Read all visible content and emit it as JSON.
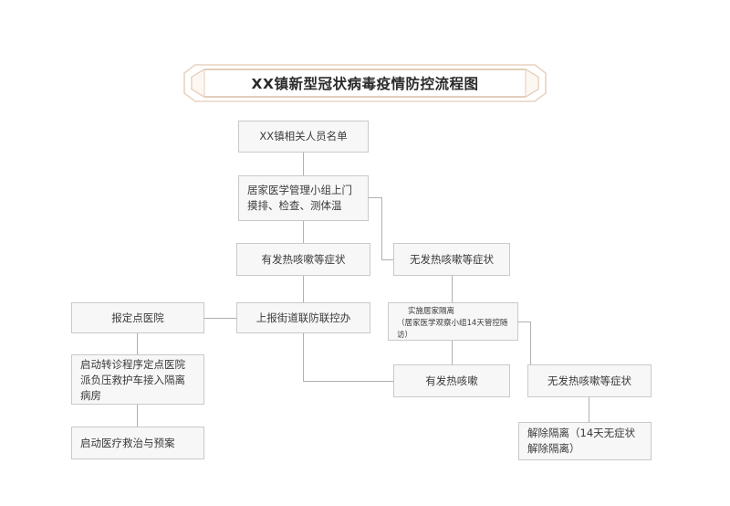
{
  "title": {
    "text": "XX镇新型冠状病毒疫情防控流程图",
    "banner_border_color": "#dcbda4",
    "banner_fill_color": "#ffffff",
    "banner_inner_color": "#f3e6da"
  },
  "theme": {
    "node_fill": "#f7f7f7",
    "node_border": "#c9c9c9",
    "node_text": "#3a3a3a",
    "connector": "#b0b0b0",
    "background": "#ffffff"
  },
  "nodes": {
    "roster": {
      "label": "XX镇相关人员名单"
    },
    "home_visit": {
      "label": "居家医学管理小组上门摸排、检查、测体温"
    },
    "sym_yes_1": {
      "label": "有发热咳嗽等症状"
    },
    "sym_no_1": {
      "label": "无发热咳嗽等症状"
    },
    "designated_hospital": {
      "label": "报定点医院"
    },
    "report_street_office": {
      "label": "上报街道联防联控办"
    },
    "home_quarantine": {
      "label_main": "实施居家隔离",
      "label_sub": "（居家医学观察小组14天管控随访）"
    },
    "transfer_procedure": {
      "label": "启动转诊程序定点医院派负压救护车接入隔离病房"
    },
    "medical_treatment": {
      "label": "启动医疗救治与预案"
    },
    "sym_yes_2": {
      "label": "有发热咳嗽"
    },
    "sym_no_2": {
      "label": "无发热咳嗽等症状"
    },
    "release_quarantine": {
      "label": "解除隔离（14天无症状解除隔离）"
    }
  }
}
